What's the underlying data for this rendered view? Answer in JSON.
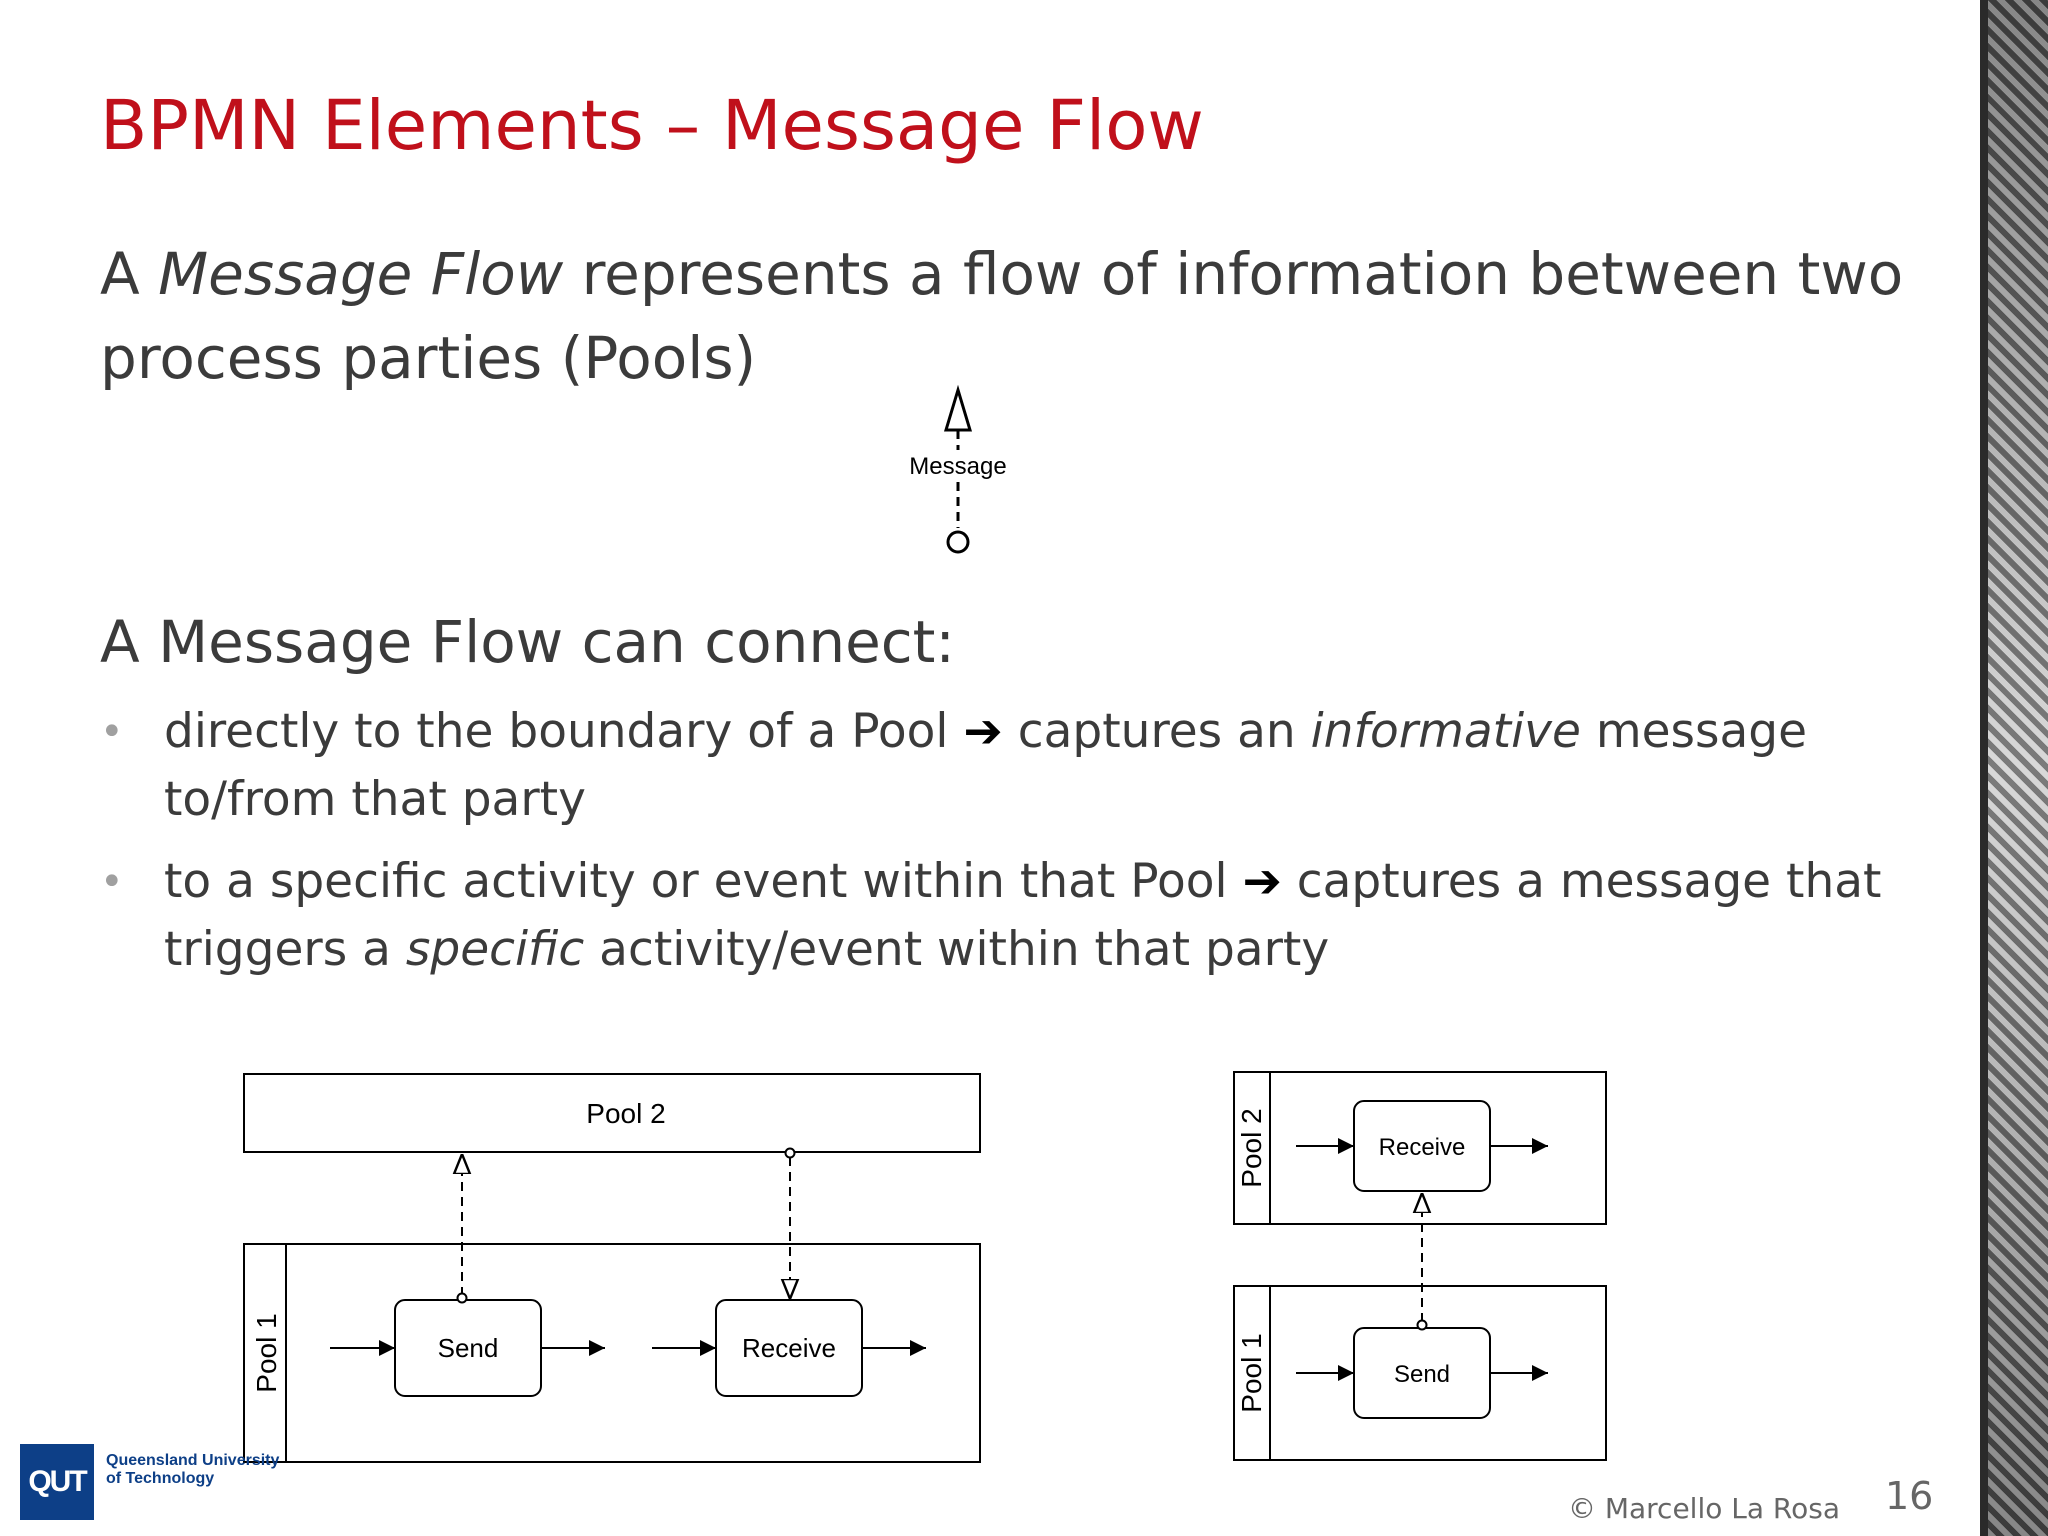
{
  "slide": {
    "title": "BPMN Elements – Message Flow",
    "intro": {
      "line1_start": "A ",
      "line1_italic": "Message Flow",
      "line1_end": " represents a flow of information between two",
      "line2": "process parties (Pools)"
    },
    "legend_label": "Message",
    "subheading": "A Message Flow can connect:",
    "bullets": [
      {
        "line1_start": "directly to the boundary of a Pool ",
        "arrow": "➔",
        "line1_mid": " captures an ",
        "line1_italic": "informative",
        "line1_end": " message",
        "line2_start": "to/from that party",
        "line2_italic": "",
        "line2_end": ""
      },
      {
        "line1_start": "to a specific activity or event within that Pool ",
        "arrow": "➔",
        "line1_mid": " captures a message that",
        "line1_italic": "",
        "line1_end": "",
        "line2_start": "triggers a ",
        "line2_italic": "specific",
        "line2_end": " activity/event within that party"
      }
    ],
    "bullet_marker": "•",
    "diagram_left": {
      "pool_top": "Pool 2",
      "pool_bottom": "Pool 1",
      "task_send": "Send",
      "task_receive": "Receive"
    },
    "diagram_right": {
      "pool_top": "Pool 2",
      "pool_bottom": "Pool 1",
      "task_top": "Receive",
      "task_bottom": "Send"
    },
    "footer": "© Marcello La Rosa",
    "page_number": "16",
    "logo": {
      "mark": "QUT",
      "line1": "Queensland University",
      "line2": "of Technology"
    }
  }
}
